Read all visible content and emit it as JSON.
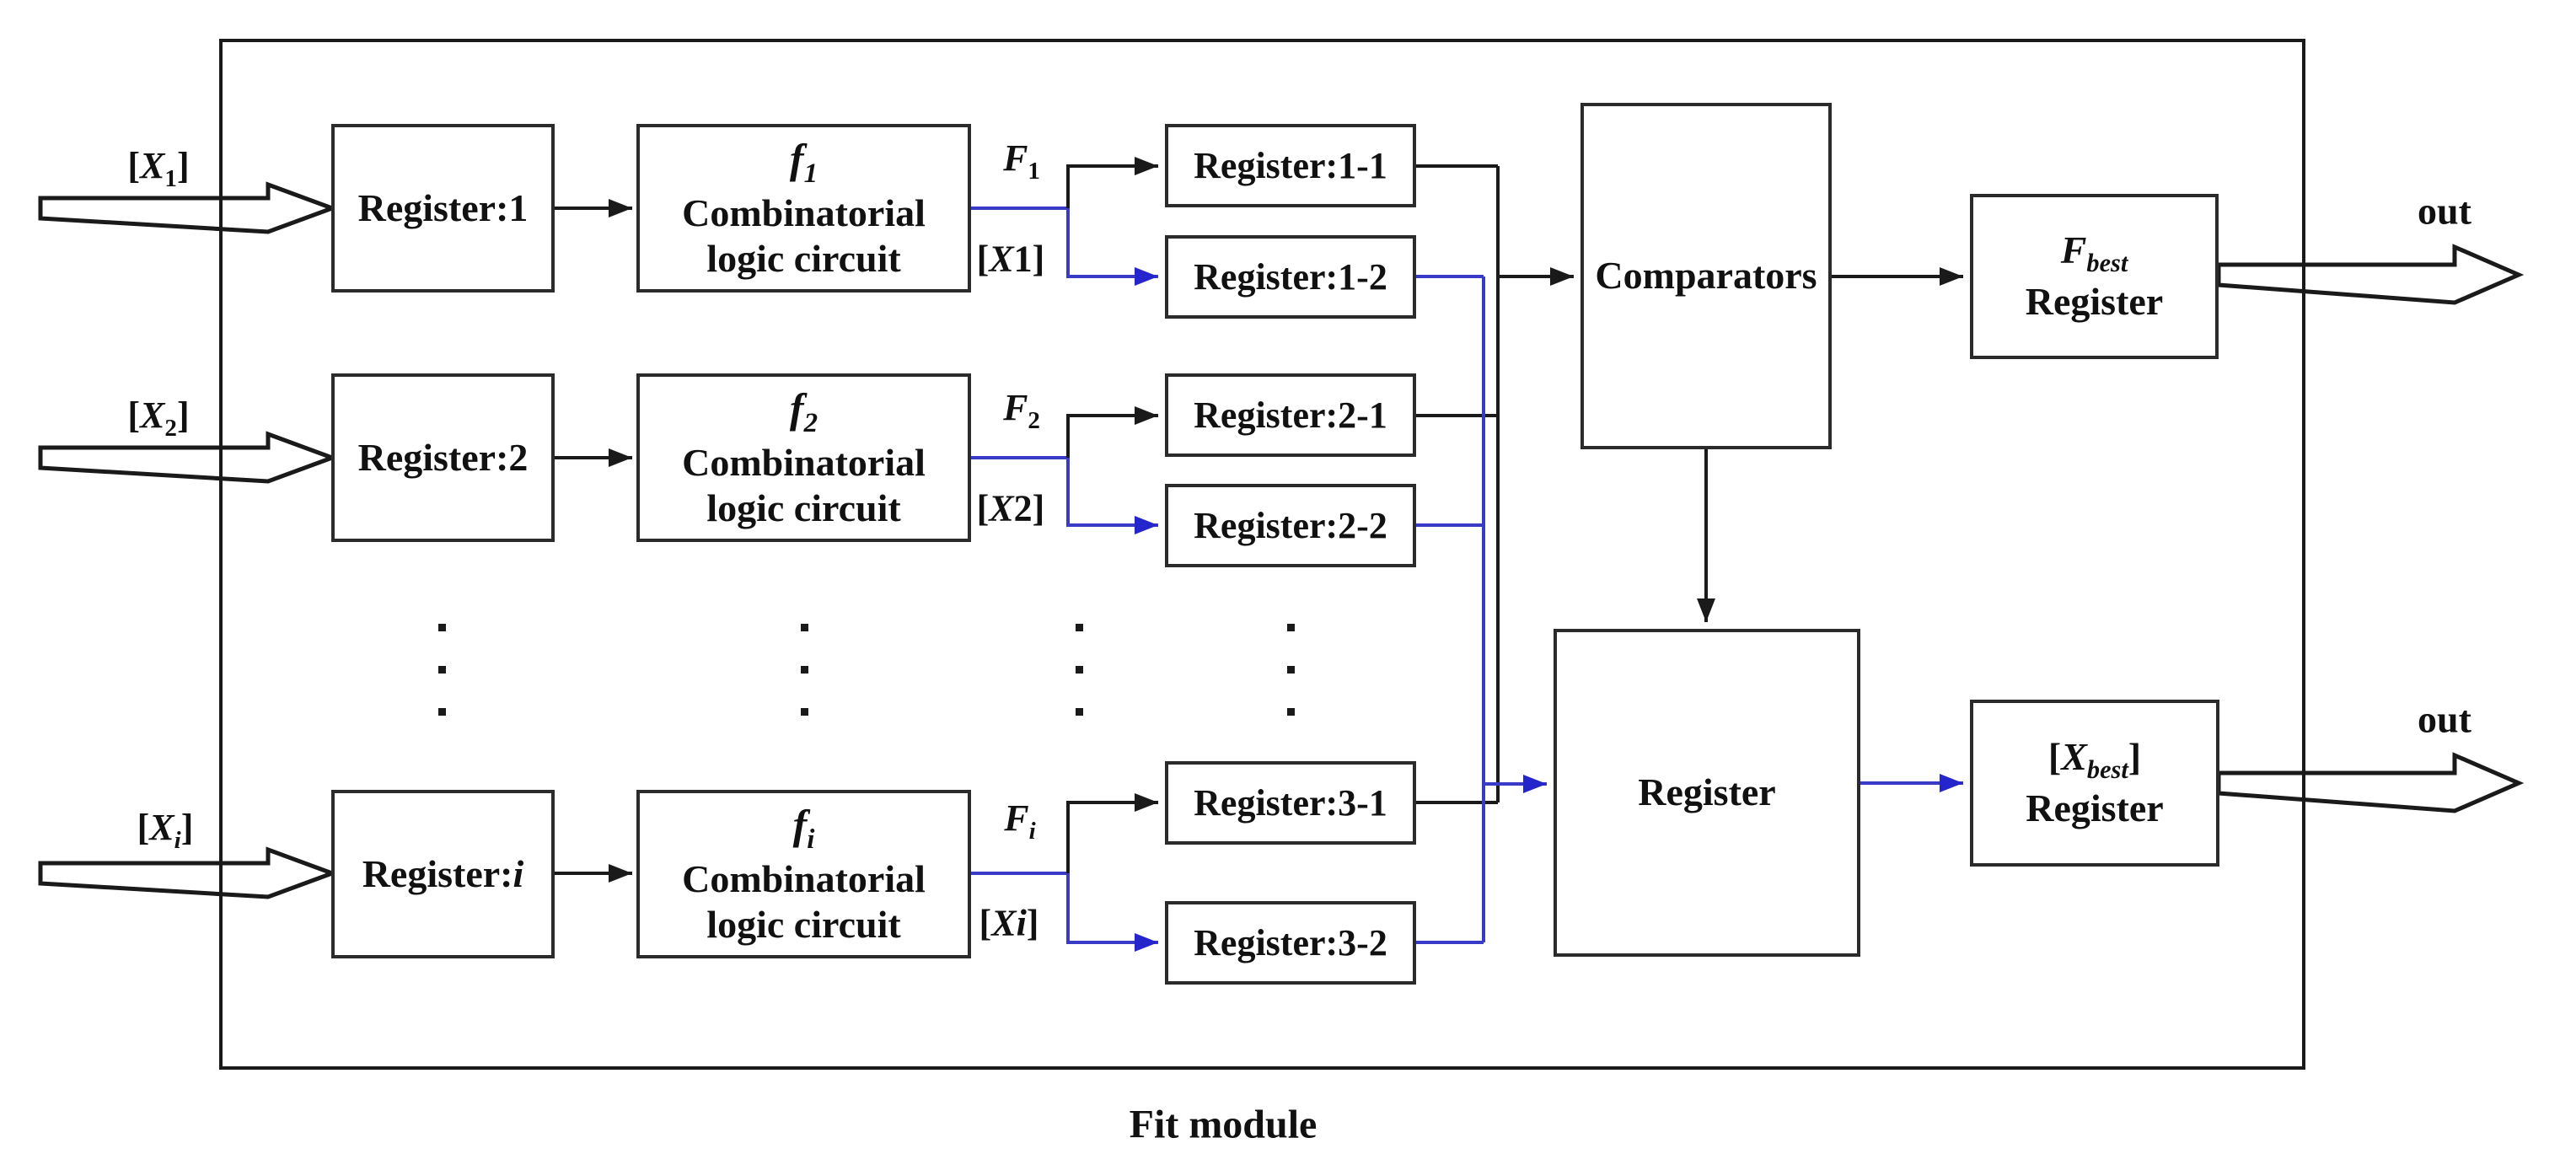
{
  "caption": "Fit module",
  "colors": {
    "background": "#ffffff",
    "line_black": "#1a1a1a",
    "line_blue": "#3a3ac8",
    "arrow_blue": "#2525cc",
    "box_border": "#2b2b2b"
  },
  "circuit_box": {
    "line1": "Combinatorial",
    "line2": "logic circuit"
  },
  "comparators_label": "Comparators",
  "register_big_label": "Register",
  "f_best": {
    "base": "F",
    "sub": "best",
    "line2": "Register"
  },
  "x_best": {
    "open": "[",
    "base": "X",
    "sub": "best",
    "close": "]",
    "line2": "Register"
  },
  "outputs": {
    "top_label": "out",
    "bottom_label": "out"
  },
  "rows": [
    {
      "input_label": {
        "open": "[",
        "x": "X",
        "sub": "1",
        "close": "]"
      },
      "register": {
        "pre": "Register:",
        "idx": "1"
      },
      "f_label": {
        "base": "f",
        "sub": "1"
      },
      "wire_f": {
        "base": "F",
        "sub": "1"
      },
      "wire_x": {
        "open": "[",
        "x": "X",
        "num": "1",
        "close": "]"
      },
      "reg_top": "Register:1-1",
      "reg_bottom": "Register:1-2"
    },
    {
      "input_label": {
        "open": "[",
        "x": "X",
        "sub": "2",
        "close": "]"
      },
      "register": {
        "pre": "Register:",
        "idx": "2"
      },
      "f_label": {
        "base": "f",
        "sub": "2"
      },
      "wire_f": {
        "base": "F",
        "sub": "2"
      },
      "wire_x": {
        "open": "[",
        "x": "X",
        "num": "2",
        "close": "]"
      },
      "reg_top": "Register:2-1",
      "reg_bottom": "Register:2-2"
    },
    {
      "input_label": {
        "open": "[",
        "x": "X",
        "sub": "i",
        "close": "]"
      },
      "register": {
        "pre": "Register:",
        "idx": "i"
      },
      "f_label": {
        "base": "f",
        "sub": "i"
      },
      "wire_f": {
        "base": "F",
        "sub": "i"
      },
      "wire_x": {
        "open": "[",
        "x": "X",
        "num": "i",
        "close": "]"
      },
      "reg_top": "Register:3-1",
      "reg_bottom": "Register:3-2"
    }
  ]
}
